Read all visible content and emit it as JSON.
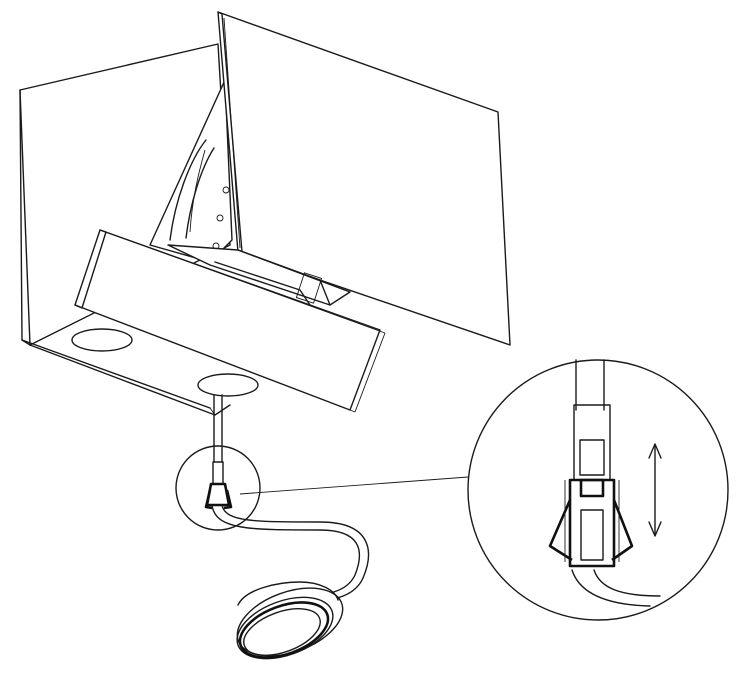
{
  "figure": {
    "background": "#ffffff",
    "line_color": "#1a1a1a",
    "parts": [
      "cooker-hood",
      "glass-panel",
      "light-hole",
      "cable",
      "spot-light",
      "detail-circle",
      "connector",
      "adjust-arrow"
    ]
  }
}
